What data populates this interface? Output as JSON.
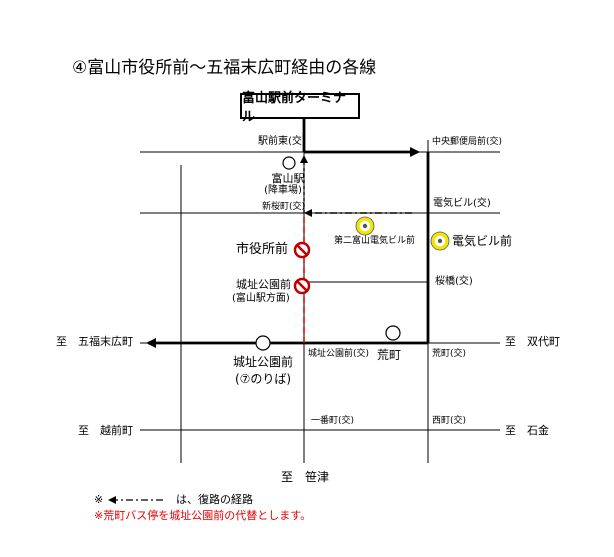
{
  "title": "④富山市役所前～五福末広町経由の各線",
  "terminal": "富山駅前ターミナル",
  "roads": {
    "ekimae_higashi": "駅前東(交)",
    "chuo_yubinkyoku": "中央郵便局前(交)",
    "shinsakura": "新桜町(交)",
    "denki_building": "電気ビル(交)",
    "sakurabashi": "桜橋(交)",
    "joshi_koen_kou": "城址公園前(交)",
    "arakawa_kou": "荒町(交)",
    "ichibancho": "一番町(交)",
    "nishicho": "西町(交)"
  },
  "stops": {
    "toyama_eki": "富山駅",
    "toyama_eki_sub": "(降車場)",
    "shiyakusho": "市役所前",
    "joshi_koen": "城址公園前",
    "joshi_koen_sub": "(富山駅方面)",
    "daini_denki": "第二富山電気ビル前",
    "denki_mae": "電気ビル前",
    "joshi_koen_south": "城址公園前",
    "joshi_koen_south_sub": "(⑦のりば)",
    "arakawa": "荒町"
  },
  "directions": {
    "west_upper": "至　五福末広町",
    "east_upper": "至　双代町",
    "west_lower": "至　越前町",
    "east_lower": "至　石金",
    "south": "至　笹津"
  },
  "notes": {
    "line1_mark": "※",
    "line1_text": "は、復路の経路",
    "line2": "※荒町バス停を城址公園前の代替とします。"
  },
  "colors": {
    "route": "#000000",
    "return_route_red": "#e60000",
    "stop_yellow": "#f2e500",
    "stop_closed": "#c00000"
  }
}
